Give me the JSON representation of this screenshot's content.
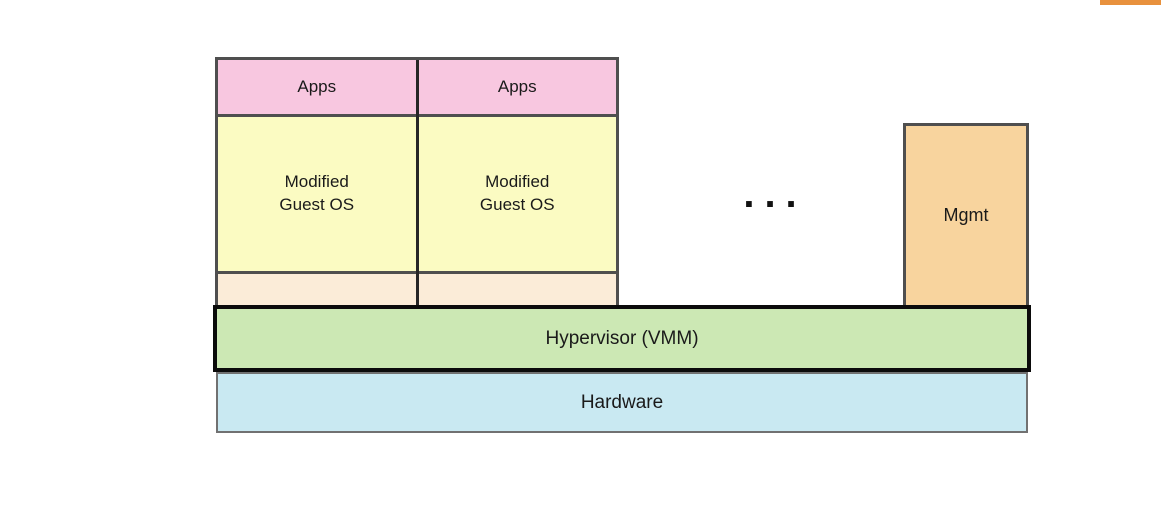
{
  "diagram": {
    "vms": [
      {
        "apps_label": "Apps",
        "os_label": "Modified\nGuest OS"
      },
      {
        "apps_label": "Apps",
        "os_label": "Modified\nGuest OS"
      }
    ],
    "ellipsis": "...",
    "mgmt_label": "Mgmt",
    "hypervisor_label": "Hypervisor (VMM)",
    "hardware_label": "Hardware",
    "colors": {
      "apps_box": "#f8c7e0",
      "guest_os_box": "#fbfbc2",
      "para_layer_strip": "#fbecd8",
      "mgmt_box": "#f8d49e",
      "hypervisor_bar": "#cce8b4",
      "hardware_bar": "#c9e9f2",
      "box_border": "#4f4f4f",
      "hypervisor_border": "#0b0b0b",
      "top_right_accent_bar": "#e8913d"
    }
  }
}
